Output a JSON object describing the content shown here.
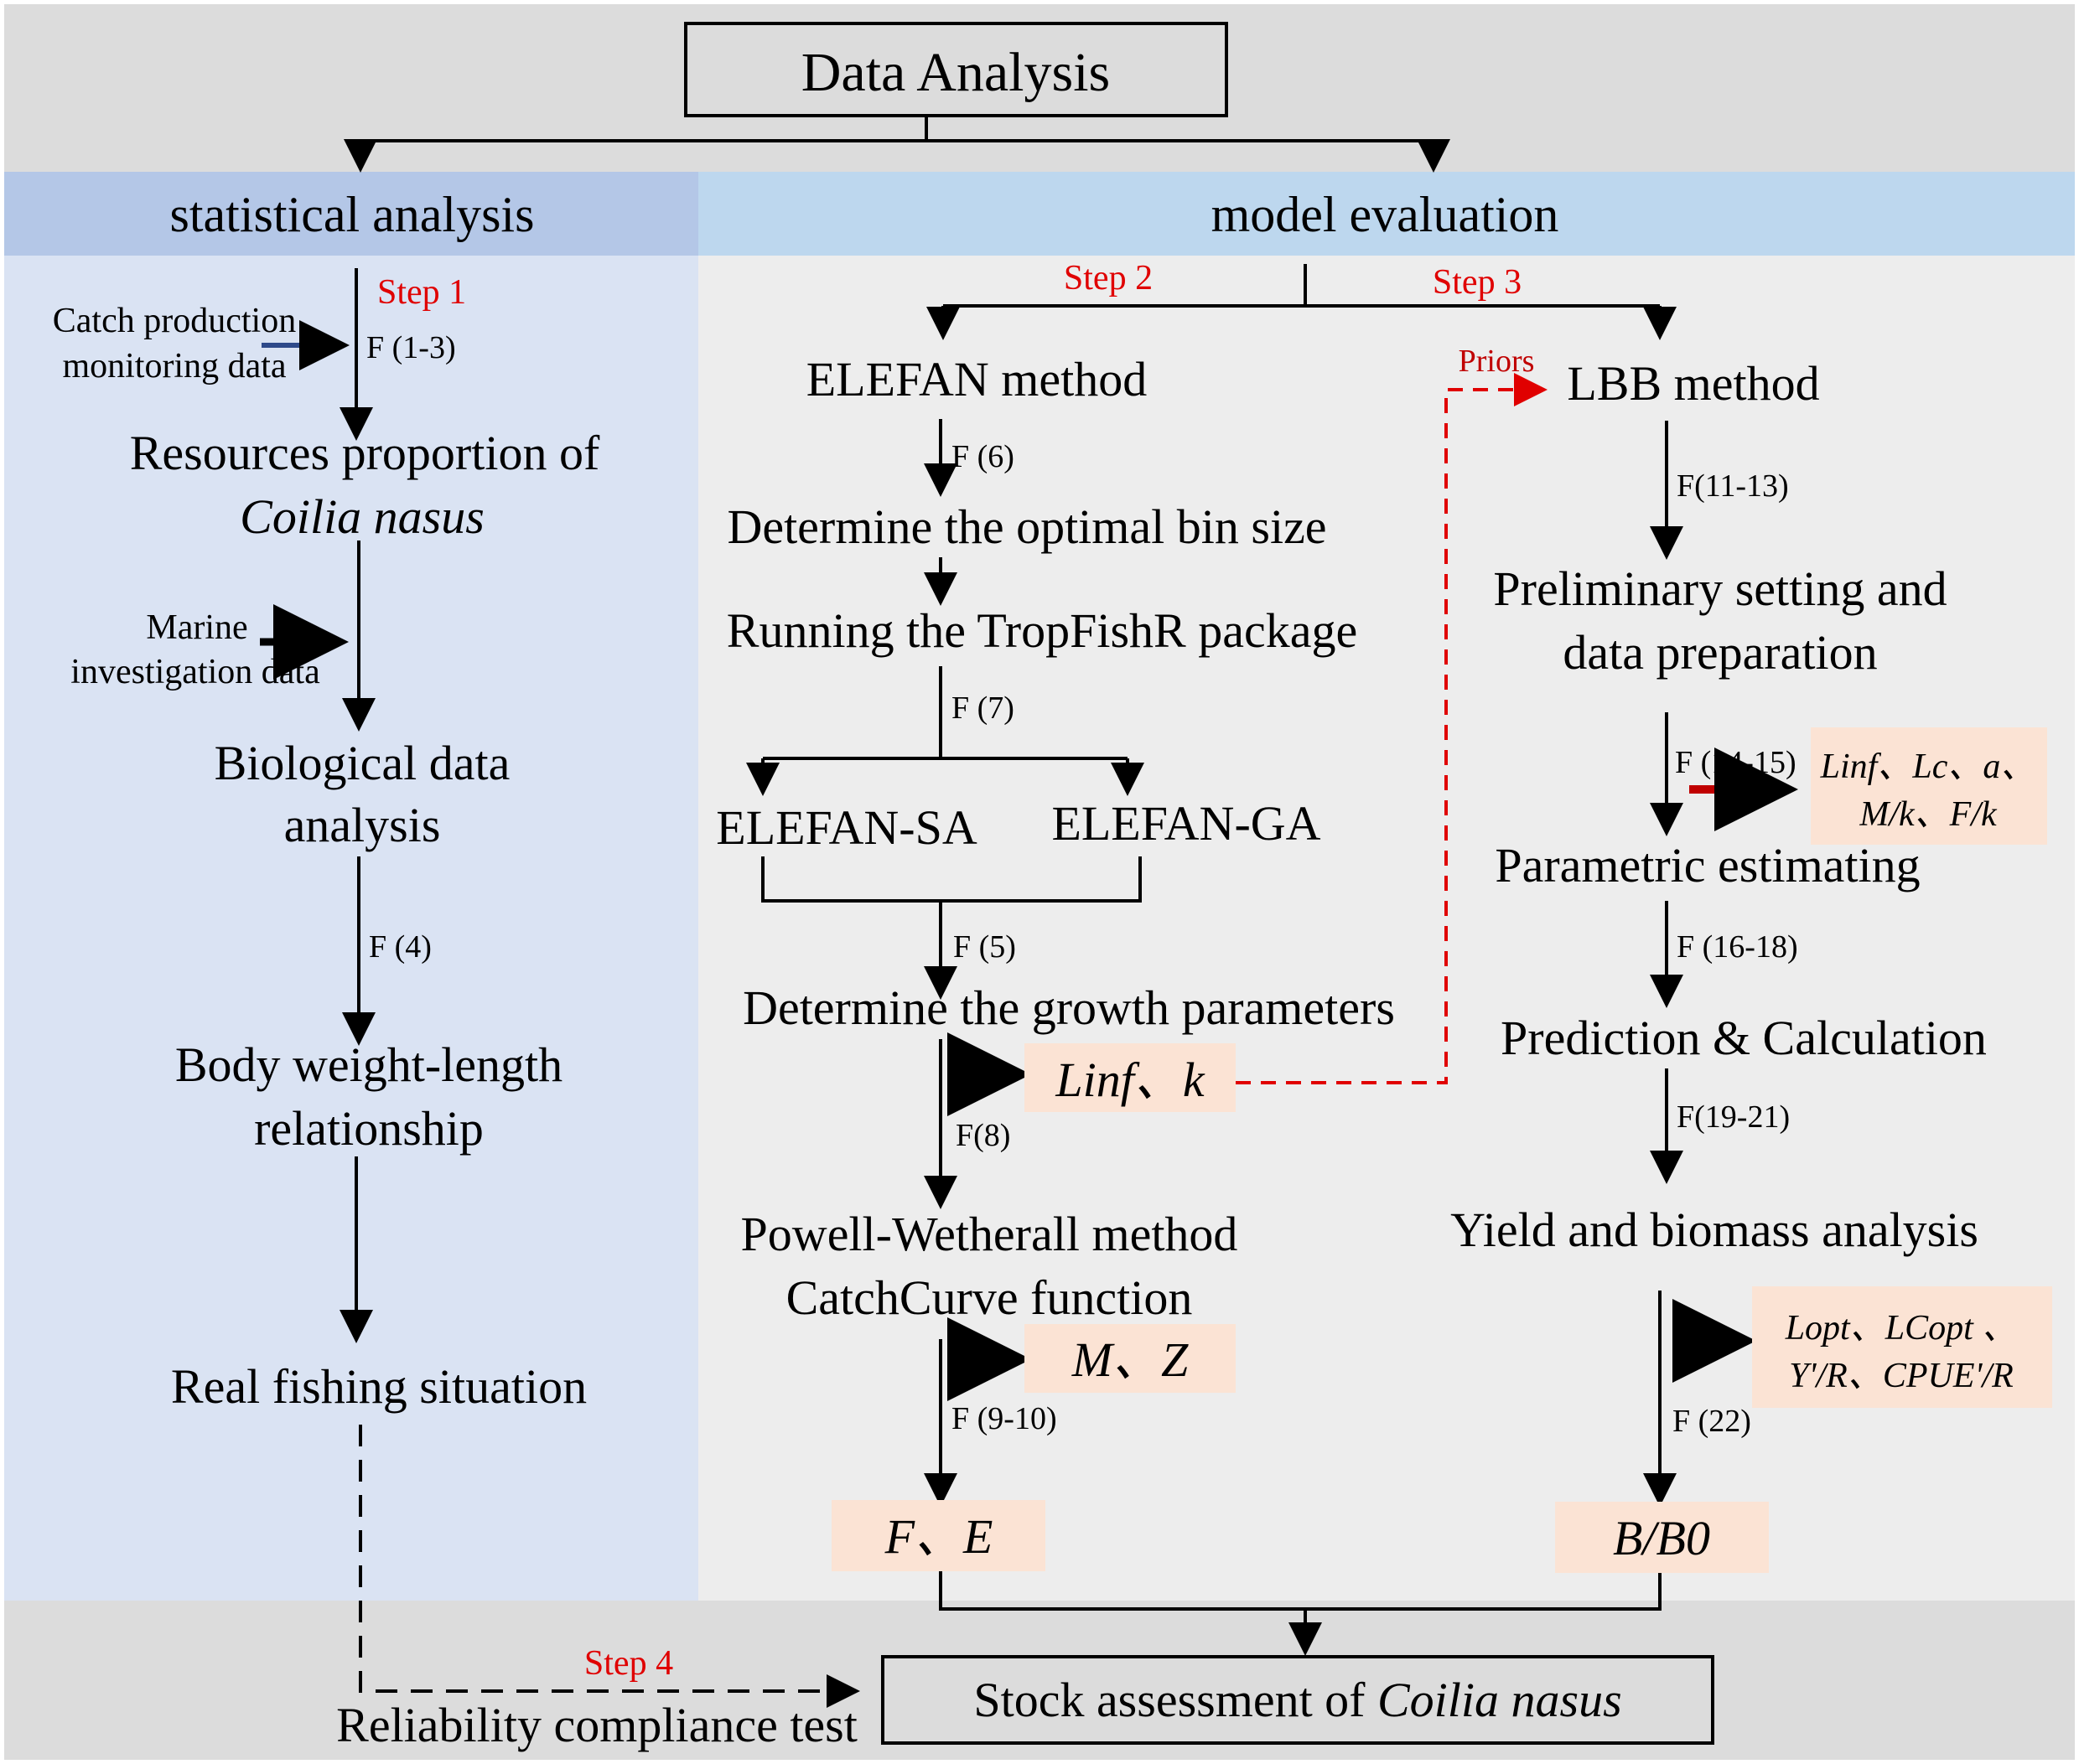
{
  "title": "Data Analysis",
  "columns": {
    "left_header": "statistical analysis",
    "right_header": "model evaluation"
  },
  "steps": {
    "step1": "Step 1",
    "step2": "Step 2",
    "step3": "Step 3",
    "step4": "Step 4",
    "priors": "Priors"
  },
  "left": {
    "input1_line1": "Catch production",
    "input1_line2": "monitoring data",
    "f1": "F (1-3)",
    "node1_line1": "Resources proportion of",
    "node1_line2": "Coilia nasus",
    "input2_line1": "Marine",
    "input2_line2": "investigation data",
    "node2_line1": "Biological data",
    "node2_line2": "analysis",
    "f4": "F (4)",
    "node3_line1": "Body weight-length",
    "node3_line2": "relationship",
    "node4": "Real fishing situation",
    "node5": "Reliability compliance test"
  },
  "elefan": {
    "node1": "ELEFAN method",
    "f6": "F (6)",
    "node2": "Determine the optimal bin size",
    "node3": "Running the TropFishR package",
    "f7": "F (7)",
    "sa": "ELEFAN-SA",
    "ga": "ELEFAN-GA",
    "f5": "F (5)",
    "node4": "Determine the growth parameters",
    "out1": "Linf、k",
    "f8": "F(8)",
    "node5_line1": "Powell-Wetherall method",
    "node5_line2": "CatchCurve function",
    "out2": "M、Z",
    "f9": "F (9-10)",
    "out3": "F、E"
  },
  "lbb": {
    "node1": "LBB method",
    "f11": "F(11-13)",
    "node2_line1": "Preliminary setting and",
    "node2_line2": "data preparation",
    "f14": "F (14-15)",
    "out1_line1": "Linf、Lc、a、",
    "out1_line2": "M/k、F/k",
    "node3": "Parametric estimating",
    "f16": "F (16-18)",
    "node4": "Prediction & Calculation",
    "f19": "F(19-21)",
    "node5": "Yield and biomass analysis",
    "out2_line1": "Lopt、LCopt 、",
    "out2_line2": "Y'/R、CPUE'/R",
    "f22": "F (22)",
    "out3": "B/B0"
  },
  "final": {
    "prefix": "Stock assessment of ",
    "species": "Coilia nasus"
  },
  "colors": {
    "top_band": "#dcdcdc",
    "left_header_bg": "#b4c7e7",
    "left_body_bg": "#dae3f3",
    "right_header_bg": "#bdd7ee",
    "right_body_bg": "#ededed",
    "output_box": "#fbe3d4",
    "step_red": "#e00000"
  }
}
